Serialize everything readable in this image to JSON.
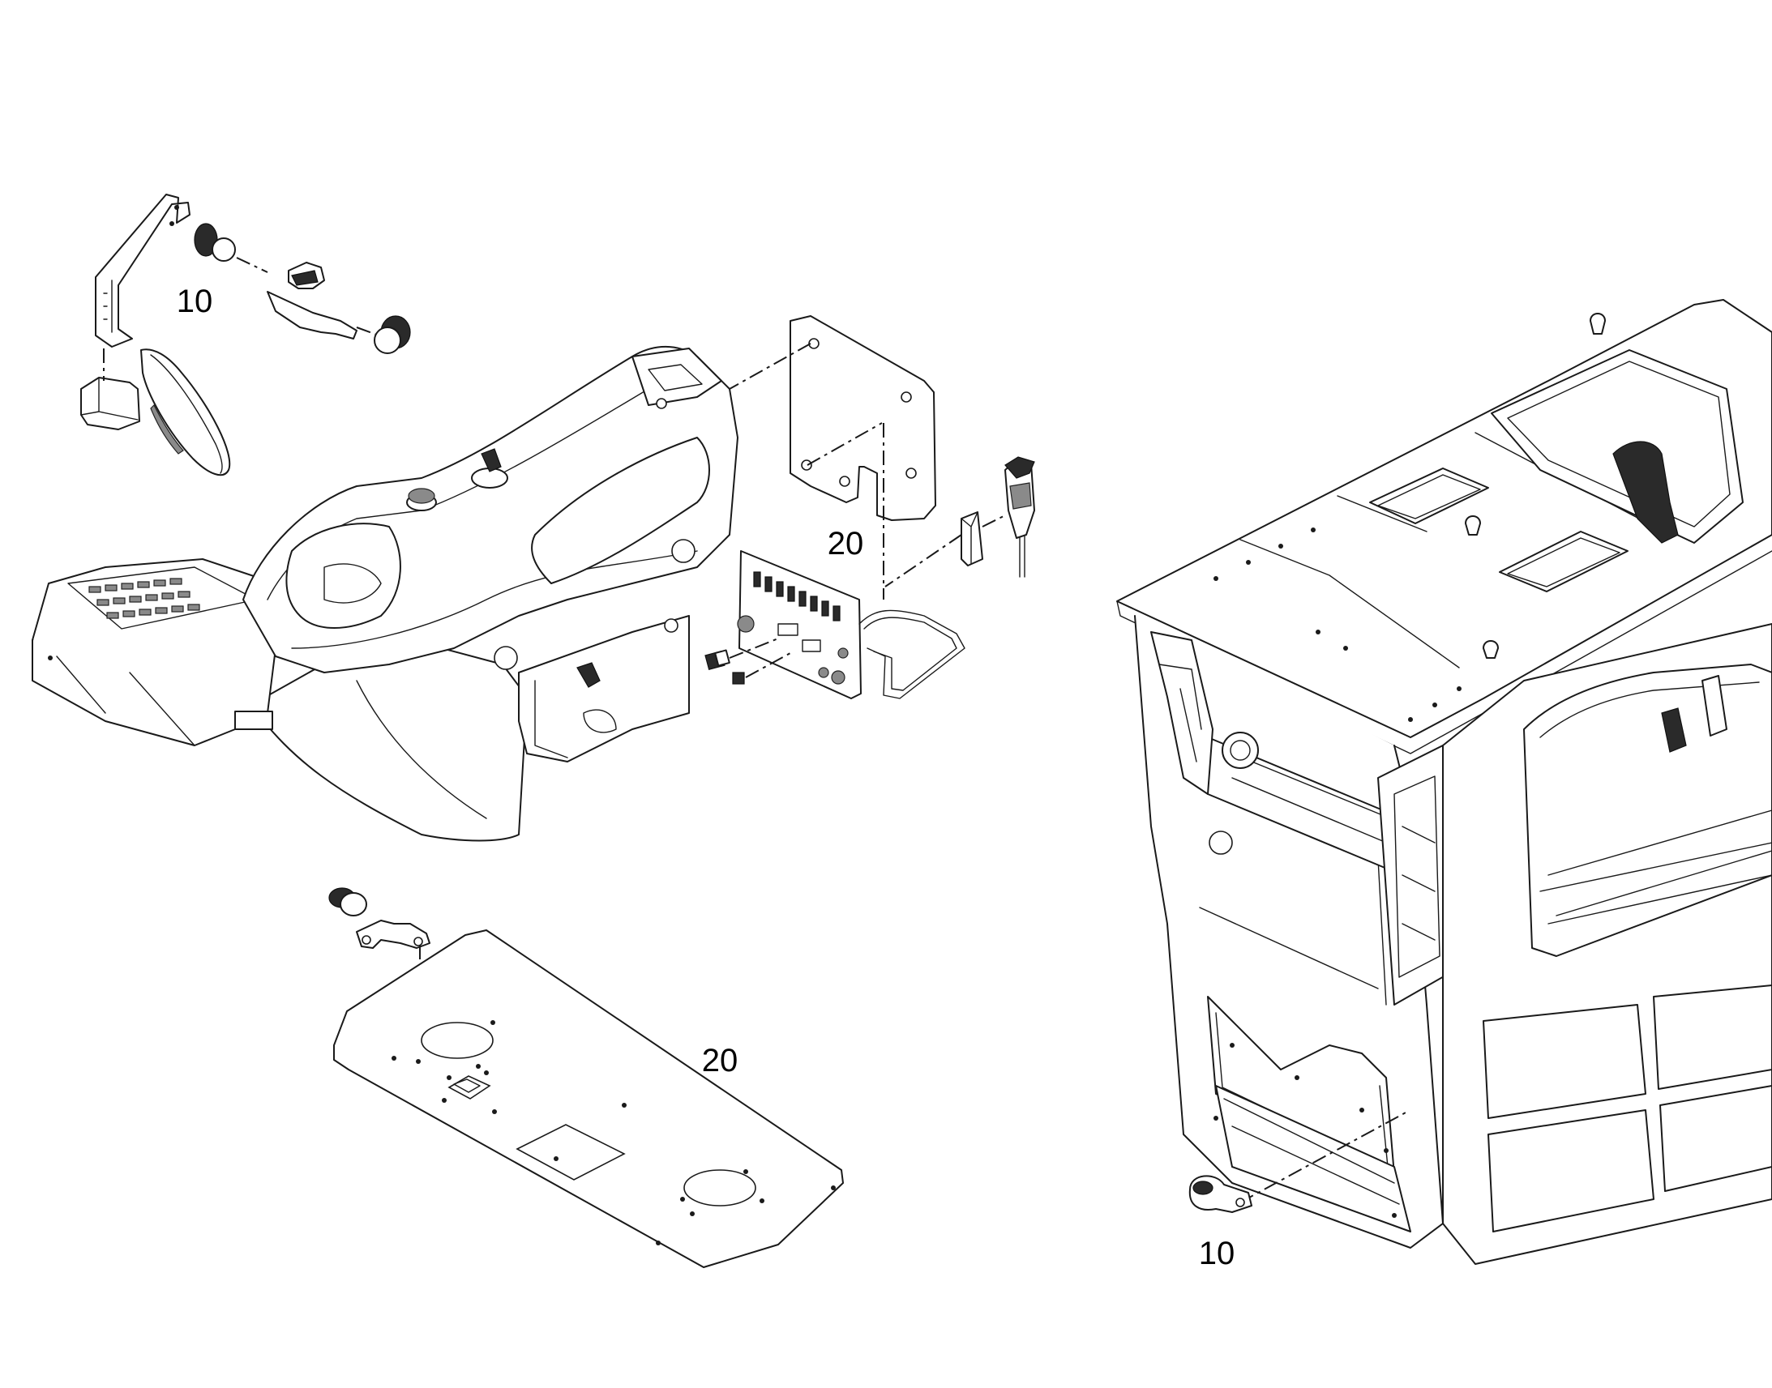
{
  "callouts": {
    "mirror_bracket": "10",
    "console_cover_plate": "20",
    "floor_plate": "20",
    "cab_clamp": "10"
  },
  "colors": {
    "background": "#ffffff",
    "line": "#1a1a1a",
    "dark_part": "#2a2a2a",
    "gray_part": "#8a8a8a"
  }
}
